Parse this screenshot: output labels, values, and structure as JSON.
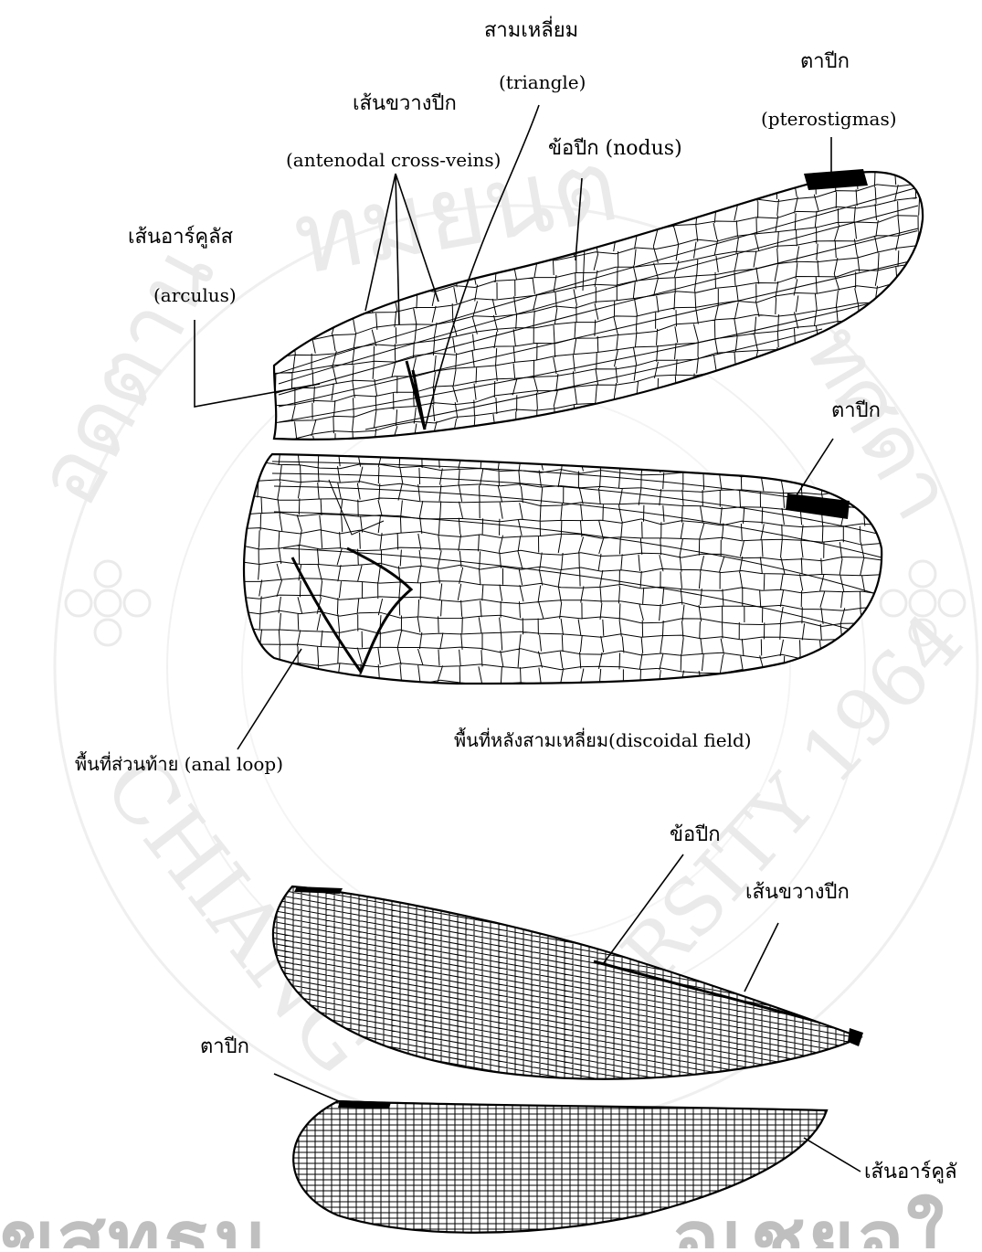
{
  "watermark": {
    "top_arc": "ทมยนต",
    "left_arc": "อดตาน",
    "right_arc": "ทศดา",
    "lower_left_arc": "CHIANG",
    "lower_right_arc": "RSITY 1964",
    "bottom_band_left": "ขสทธม",
    "bottom_band_right": "อเชยอใ"
  },
  "labels": {
    "triangle_th": "สามเหลี่ยม",
    "triangle_en": "(triangle)",
    "antenodal_th": "เส้นขวางปีก",
    "antenodal_en": "(antenodal cross-veins)",
    "nodus": "ข้อปีก (nodus)",
    "pterostigma_th": "ตาปีก",
    "pterostigma_en": "(pterostigmas)",
    "arculus_th": "เส้นอาร์คูลัส",
    "arculus_en": "(arculus)",
    "stigma_hind": "ตาปีก",
    "discoidal": "พื้นที่หลังสามเหลี่ยม(discoidal field)",
    "anal_loop": "พื้นที่ส่วนท้าย (anal loop)",
    "nodus_lower": "ข้อปีก",
    "antenodal_lower": "เส้นขวางปีก",
    "stigma_lower": "ตาปีก",
    "arculus_lower": "เส้นอาร์คูลั"
  }
}
